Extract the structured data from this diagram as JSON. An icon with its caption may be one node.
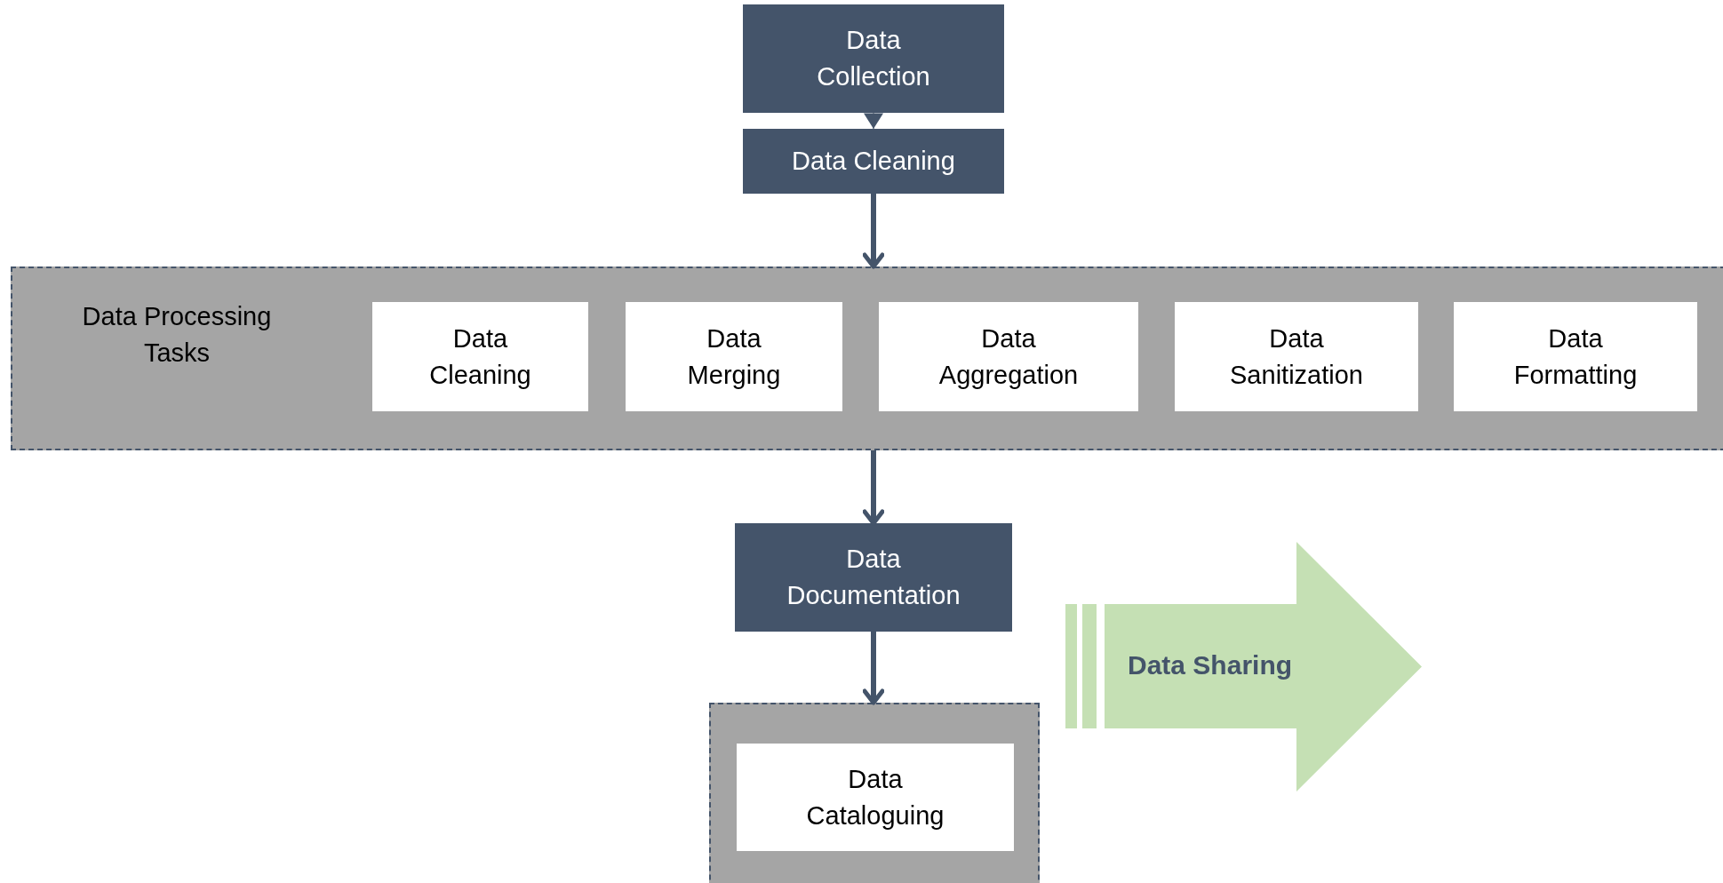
{
  "diagram": {
    "nodes": [
      {
        "text": [
          "Data Collection"
        ]
      },
      {
        "text": [
          "Data Cleaning"
        ]
      },
      {
        "text": [
          "Data Processing Tasks"
        ]
      },
      {
        "text": [
          "Data Cleaning"
        ],
        "in": 2
      },
      {
        "text": [
          "Data Merging"
        ],
        "in": 2
      },
      {
        "text": [
          "Data Aggregation"
        ],
        "in": 2
      },
      {
        "text": [
          "Data Sanitization"
        ],
        "in": 2
      },
      {
        "text": [
          "Data Formatting"
        ],
        "in": 2
      },
      {
        "text": [
          "Data Documentation"
        ]
      },
      {
        "text": [],
        "shape": "box"
      },
      {
        "text": [
          "Data Cataloguing"
        ],
        "in": 9
      },
      {
        "text": [
          "Data Sharing"
        ]
      }
    ],
    "edges": [
      {
        "from": 0,
        "to": 1,
        "arrow": "to"
      },
      {
        "from": 1,
        "to": 2,
        "arrow": "to"
      },
      {
        "from": 2,
        "to": 8,
        "arrow": "to"
      },
      {
        "from": 8,
        "to": 9,
        "arrow": "to"
      }
    ]
  }
}
